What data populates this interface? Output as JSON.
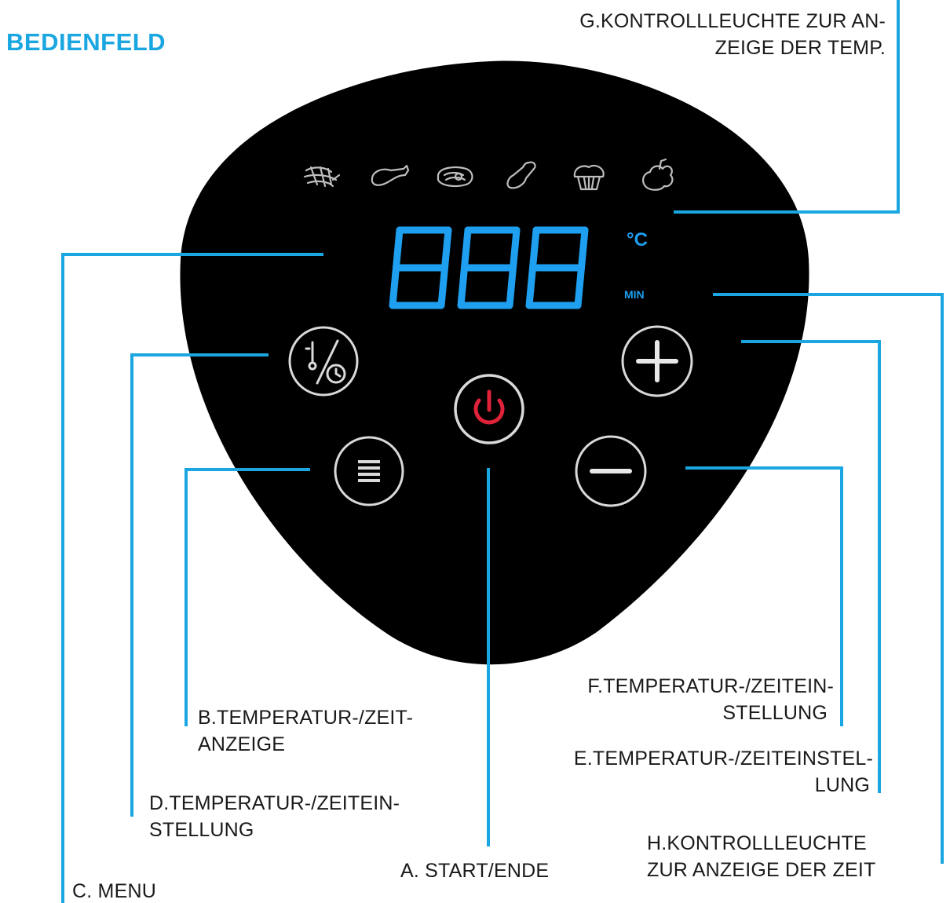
{
  "title": "BEDIENFELD",
  "display": {
    "digits": "888",
    "unit_temp": "°C",
    "unit_time": "MIN"
  },
  "labels": {
    "g": [
      "G.KONTROLLLEUCHTE ZUR AN-",
      "ZEIGE DER TEMP."
    ],
    "b": [
      "B.TEMPERATUR-/ZEIT-",
      "ANZEIGE"
    ],
    "d": [
      "D.TEMPERATUR-/ZEITEIN-",
      "STELLUNG"
    ],
    "c": [
      "C. MENU"
    ],
    "a": [
      "A. START/ENDE"
    ],
    "f": [
      "F.TEMPERATUR-/ZEITEIN-",
      "STELLUNG"
    ],
    "e": [
      "E.TEMPERATUR-/ZEITEINSTEL-",
      "LUNG"
    ],
    "h": [
      "H.KONTROLLLEUCHTE",
      "ZUR ANZEIGE DER ZEIT"
    ]
  },
  "icons": [
    "shrimp-icon",
    "drumstick-icon",
    "steak-icon",
    "chicken-leg-icon",
    "muffin-icon",
    "vegetable-icon"
  ],
  "colors": {
    "panel": "#000000",
    "leader": "#1aa6e0",
    "display": "#1e9fef",
    "power": "#e0223a",
    "title": "#1aa6e0"
  }
}
